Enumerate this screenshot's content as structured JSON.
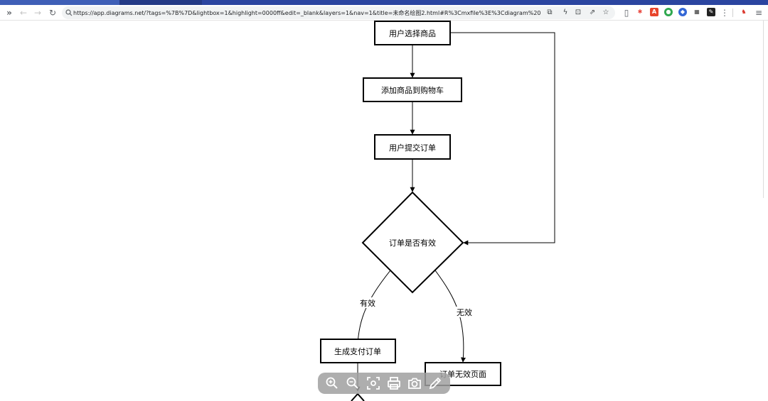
{
  "browser": {
    "url": "https://app.diagrams.net/?tags=%7B%7D&lightbox=1&highlight=0000ff&edit=_blank&layers=1&nav=1&title=未命名绘图2.html#R%3Cmxfile%3E%3Cdiagram%20name%"
  },
  "diagram": {
    "nodes": {
      "select": "用户选择商品",
      "add_cart": "添加商品到购物车",
      "submit": "用户提交订单",
      "valid_check": "订单是否有效",
      "create_pay": "生成支付订单",
      "invalid_page": "订单无效页面"
    },
    "edges": {
      "yes_label": "有效",
      "no_label": "无效"
    }
  },
  "colors": {
    "tab_strip": "#243a86",
    "omnibox": "#f1f3f4",
    "zoom_toolbar": "rgba(160,160,160,0.85)"
  },
  "icons": {
    "zoom_toolbar": [
      "zoom-in-icon",
      "zoom-out-icon",
      "fit-icon",
      "print-icon",
      "camera-icon",
      "edit-icon"
    ]
  }
}
